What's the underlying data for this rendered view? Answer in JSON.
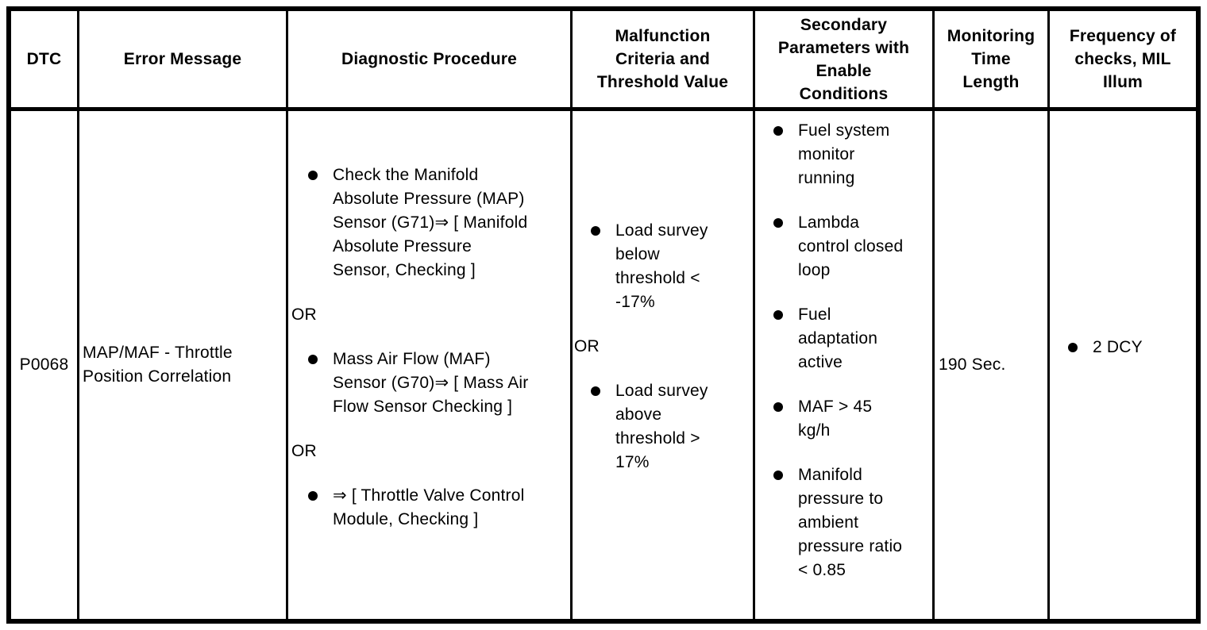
{
  "page": {
    "background_color": "#ffffff",
    "line_color": "#000000"
  },
  "table": {
    "columns": [
      {
        "id": "dtc",
        "label": "DTC"
      },
      {
        "id": "error_message",
        "label": "Error Message"
      },
      {
        "id": "diagnostic_procedure",
        "label": "Diagnostic Procedure"
      },
      {
        "id": "malfunction_criteria",
        "label": "Malfunction\nCriteria and\nThreshold Value"
      },
      {
        "id": "secondary_parameters",
        "label": "Secondary\nParameters with\nEnable\nConditions"
      },
      {
        "id": "monitoring_time",
        "label": "Monitoring\nTime\nLength"
      },
      {
        "id": "frequency",
        "label": "Frequency of\nchecks, MIL\nIllum"
      }
    ],
    "row": {
      "dtc": "P0068",
      "error_message": "MAP/MAF - Throttle\nPosition Correlation",
      "diagnostic_procedure": [
        {
          "type": "bullet",
          "text": "Check the Manifold\nAbsolute Pressure (MAP)\nSensor (G71)⇒ [ Manifold\nAbsolute Pressure\nSensor, Checking ]"
        },
        {
          "type": "or",
          "text": "OR"
        },
        {
          "type": "bullet",
          "text": "Mass Air Flow (MAF)\nSensor (G70)⇒ [ Mass Air\nFlow Sensor Checking ]"
        },
        {
          "type": "or",
          "text": "OR"
        },
        {
          "type": "bullet",
          "text": "⇒ [ Throttle Valve Control\nModule, Checking ]"
        }
      ],
      "malfunction_criteria": [
        {
          "type": "bullet",
          "text": "Load survey\nbelow\nthreshold <\n-17%"
        },
        {
          "type": "or",
          "text": "OR"
        },
        {
          "type": "bullet",
          "text": "Load survey\nabove\nthreshold >\n17%"
        }
      ],
      "secondary_parameters": [
        {
          "type": "bullet",
          "text": "Fuel system\nmonitor\nrunning"
        },
        {
          "type": "bullet",
          "text": "Lambda\ncontrol closed\nloop"
        },
        {
          "type": "bullet",
          "text": "Fuel\nadaptation\nactive"
        },
        {
          "type": "bullet",
          "text": "MAF > 45\nkg/h"
        },
        {
          "type": "bullet",
          "text": "Manifold\npressure to\nambient\npressure ratio\n< 0.85"
        }
      ],
      "monitoring_time": "190 Sec.",
      "frequency": [
        {
          "type": "bullet",
          "text": "2 DCY"
        }
      ]
    }
  }
}
